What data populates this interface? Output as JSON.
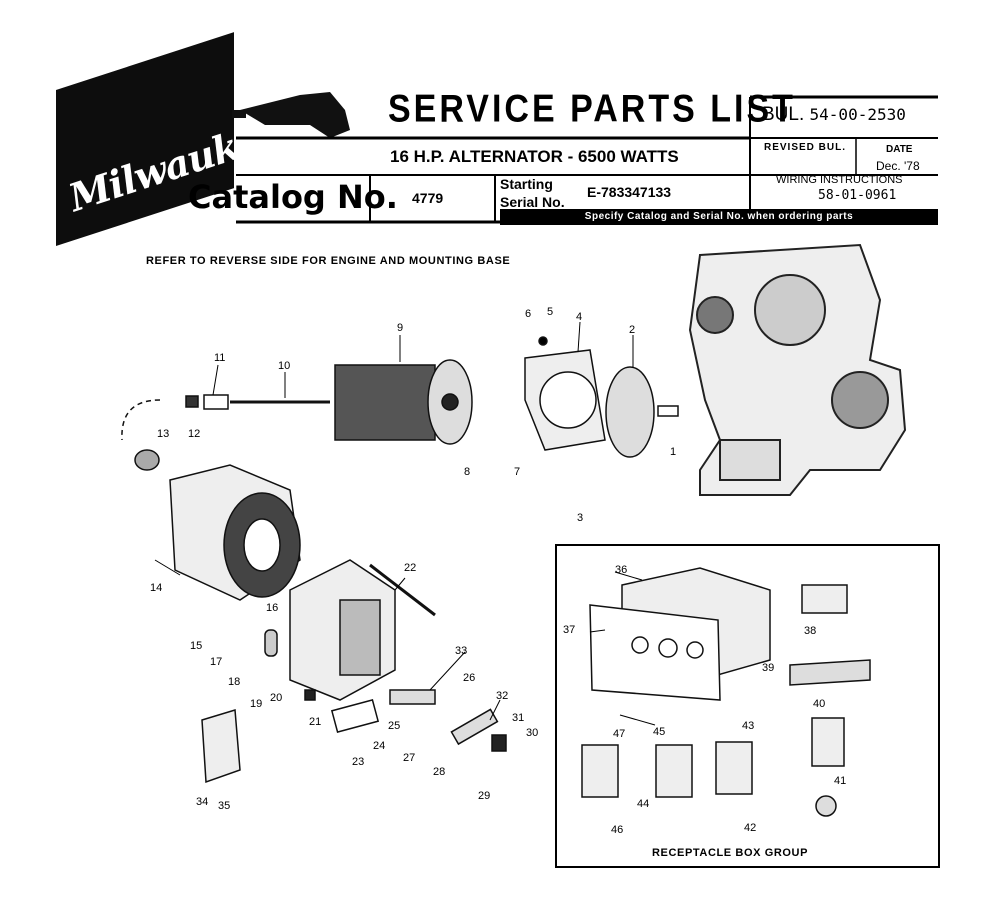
{
  "header": {
    "logo_text": "Milwaukee",
    "title": "SERVICE PARTS LIST",
    "subtitle": "16 H.P. ALTERNATOR - 6500 WATTS",
    "catalog_label": "Catalog No.",
    "catalog_number": "4779",
    "serial_label_line1": "Starting",
    "serial_label_line2": "Serial No.",
    "serial_number": "E-783347133",
    "bul_label": "BUL.",
    "bul_number": "54-00-2530",
    "revised_label": "REVISED BUL.",
    "date_label": "DATE",
    "date_value": "Dec. '78",
    "wiring_label": "WIRING INSTRUCTIONS",
    "wiring_number": "58-01-0961",
    "specify_note": "Specify Catalog and Serial No. when ordering parts"
  },
  "note": "REFER TO REVERSE SIDE FOR ENGINE AND MOUNTING BASE",
  "receptacle_group_label": "RECEPTACLE BOX GROUP",
  "callouts": [
    "1",
    "2",
    "3",
    "4",
    "5",
    "6",
    "7",
    "8",
    "9",
    "10",
    "11",
    "12",
    "13",
    "14",
    "15",
    "16",
    "17",
    "18",
    "19",
    "20",
    "21",
    "22",
    "23",
    "24",
    "25",
    "26",
    "27",
    "28",
    "29",
    "30",
    "31",
    "32",
    "33",
    "34",
    "35",
    "36",
    "37",
    "38",
    "39",
    "40",
    "41",
    "42",
    "43",
    "44",
    "45",
    "46",
    "47"
  ]
}
